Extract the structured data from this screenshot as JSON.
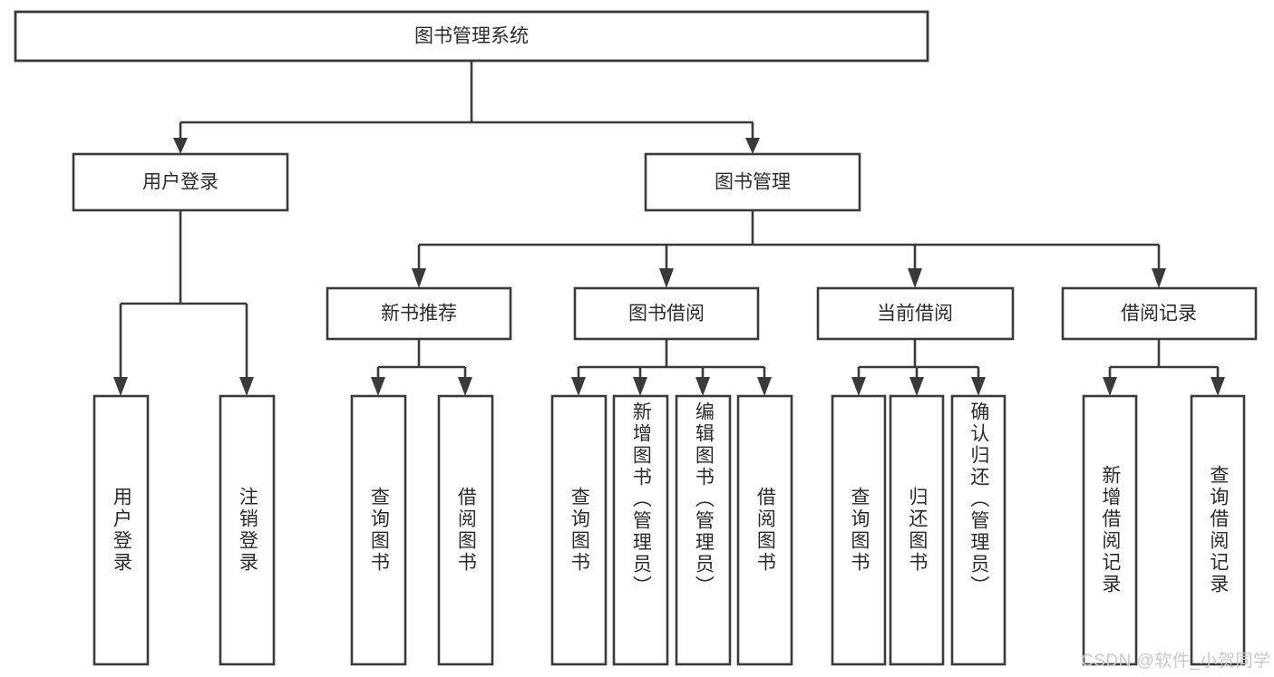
{
  "diagram": {
    "title": "图书管理系统",
    "type": "tree-hierarchy",
    "root": {
      "id": "root",
      "label": "图书管理系统"
    },
    "level2": [
      {
        "id": "user-login",
        "label": "用户登录"
      },
      {
        "id": "book-management",
        "label": "图书管理"
      }
    ],
    "level3": [
      {
        "id": "new-book-recommend",
        "label": "新书推荐",
        "parent": "book-management"
      },
      {
        "id": "book-borrow",
        "label": "图书借阅",
        "parent": "book-management"
      },
      {
        "id": "current-borrow",
        "label": "当前借阅",
        "parent": "book-management"
      },
      {
        "id": "borrow-record",
        "label": "借阅记录",
        "parent": "book-management"
      }
    ],
    "leaves": [
      {
        "id": "leaf-user-login",
        "label": "用户登录",
        "parent": "user-login"
      },
      {
        "id": "leaf-logout-login",
        "label": "注销登录",
        "parent": "user-login"
      },
      {
        "id": "leaf-query-book-1",
        "label": "查询图书",
        "parent": "new-book-recommend"
      },
      {
        "id": "leaf-borrow-book-1",
        "label": "借阅图书",
        "parent": "new-book-recommend"
      },
      {
        "id": "leaf-query-book-2",
        "label": "查询图书",
        "parent": "book-borrow"
      },
      {
        "id": "leaf-add-book",
        "label": "新增图书（管理员）",
        "parent": "book-borrow"
      },
      {
        "id": "leaf-edit-book",
        "label": "编辑图书（管理员）",
        "parent": "book-borrow"
      },
      {
        "id": "leaf-borrow-book-2",
        "label": "借阅图书",
        "parent": "book-borrow"
      },
      {
        "id": "leaf-query-book-3",
        "label": "查询图书",
        "parent": "current-borrow"
      },
      {
        "id": "leaf-return-book",
        "label": "归还图书",
        "parent": "current-borrow"
      },
      {
        "id": "leaf-confirm-return",
        "label": "确认归还（管理员）",
        "parent": "current-borrow"
      },
      {
        "id": "leaf-add-borrow-record",
        "label": "新增借阅记录",
        "parent": "borrow-record"
      },
      {
        "id": "leaf-query-borrow-record",
        "label": "查询借阅记录",
        "parent": "borrow-record"
      }
    ]
  },
  "watermark": {
    "text": "CSDN @软件_小贺同学"
  },
  "colors": {
    "stroke": "#3a3a3a",
    "box_fill": "#ffffff",
    "text": "#2b2b2b",
    "background": "#ffffff",
    "watermark": "#c9c9c9"
  }
}
